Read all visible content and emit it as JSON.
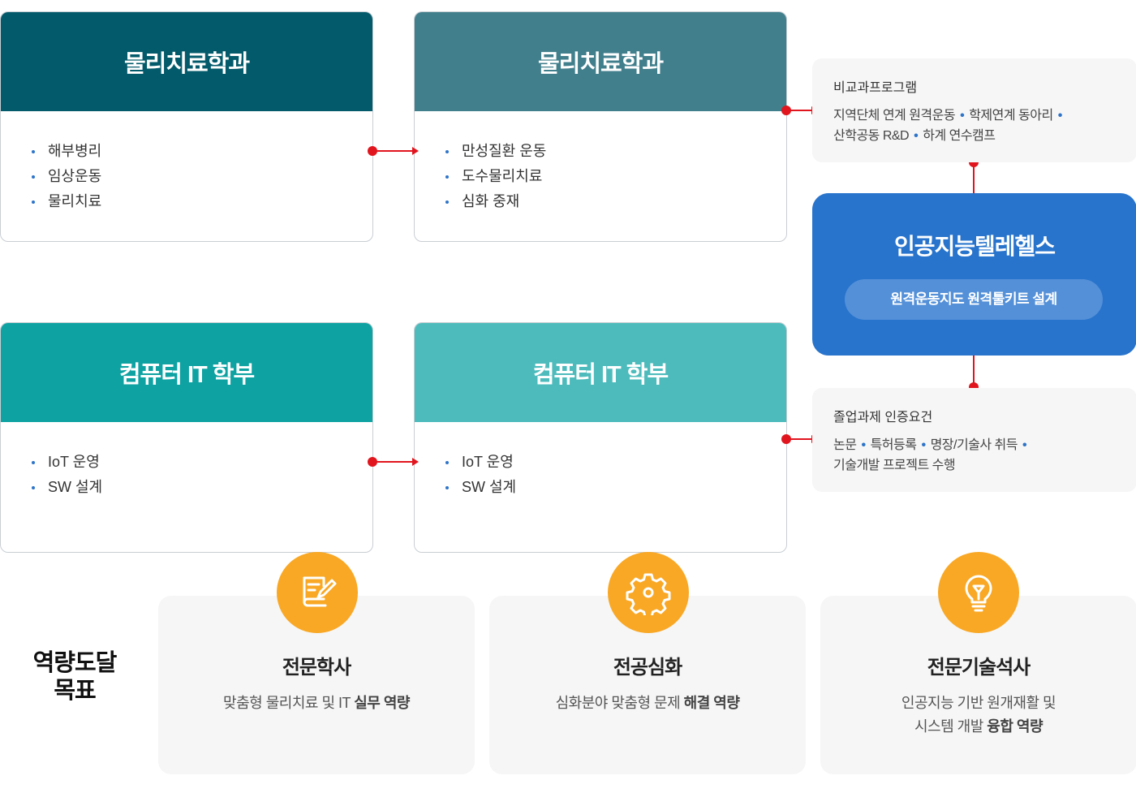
{
  "cards": [
    {
      "title": "물리치료학과",
      "items": [
        "해부병리",
        "임상운동",
        "물리치료"
      ]
    },
    {
      "title": "물리치료학과",
      "items": [
        "만성질환 운동",
        "도수물리치료",
        "심화 중재"
      ]
    },
    {
      "title": "컴퓨터 IT 학부",
      "items": [
        "IoT 운영",
        "SW 설계"
      ]
    },
    {
      "title": "컴퓨터 IT 학부",
      "items": [
        "IoT 운영",
        "SW 설계"
      ]
    }
  ],
  "extra_program": {
    "title": "비교과프로그램",
    "line1a": "지역단체 연계 원격운동",
    "line1b": "학제연계 동아리",
    "line2a": "산학공동 R&D",
    "line2b": "하계 연수캠프"
  },
  "center": {
    "title": "인공지능텔레헬스",
    "pill": "원격운동지도 원격툴키트 설계"
  },
  "graduation": {
    "title": "졸업과제 인증요건",
    "line1a": "논문",
    "line1b": "특허등록",
    "line1c": "명장/기술사 취득",
    "line2": "기술개발 프로젝트 수행"
  },
  "separator": "•",
  "goal_label": {
    "line1": "역량도달",
    "line2": "목표"
  },
  "goals": [
    {
      "title": "전문학사",
      "desc_plain": "맞춤형 물리치료 및 IT ",
      "desc_bold": "실무 역량",
      "icon": "edit-note-icon"
    },
    {
      "title": "전공심화",
      "desc_plain": "심화분야 맞춤형 문제 ",
      "desc_bold": "해결 역량",
      "icon": "gear-icon"
    },
    {
      "title": "전문기술석사",
      "desc_line1": "인공지능 기반 원개재활 및",
      "desc_plain": "시스템 개발 ",
      "desc_bold": "융합 역량",
      "icon": "lightbulb-icon"
    }
  ],
  "colors": {
    "card1_header": "#025a6a",
    "card2_header": "#417f8c",
    "card3_header": "#0ea2a3",
    "card4_header": "#4dbbbc",
    "center_bg": "#2874cc",
    "connector": "#e0151d",
    "icon_circle": "#f9a825",
    "bullet": "#2e74c8"
  }
}
